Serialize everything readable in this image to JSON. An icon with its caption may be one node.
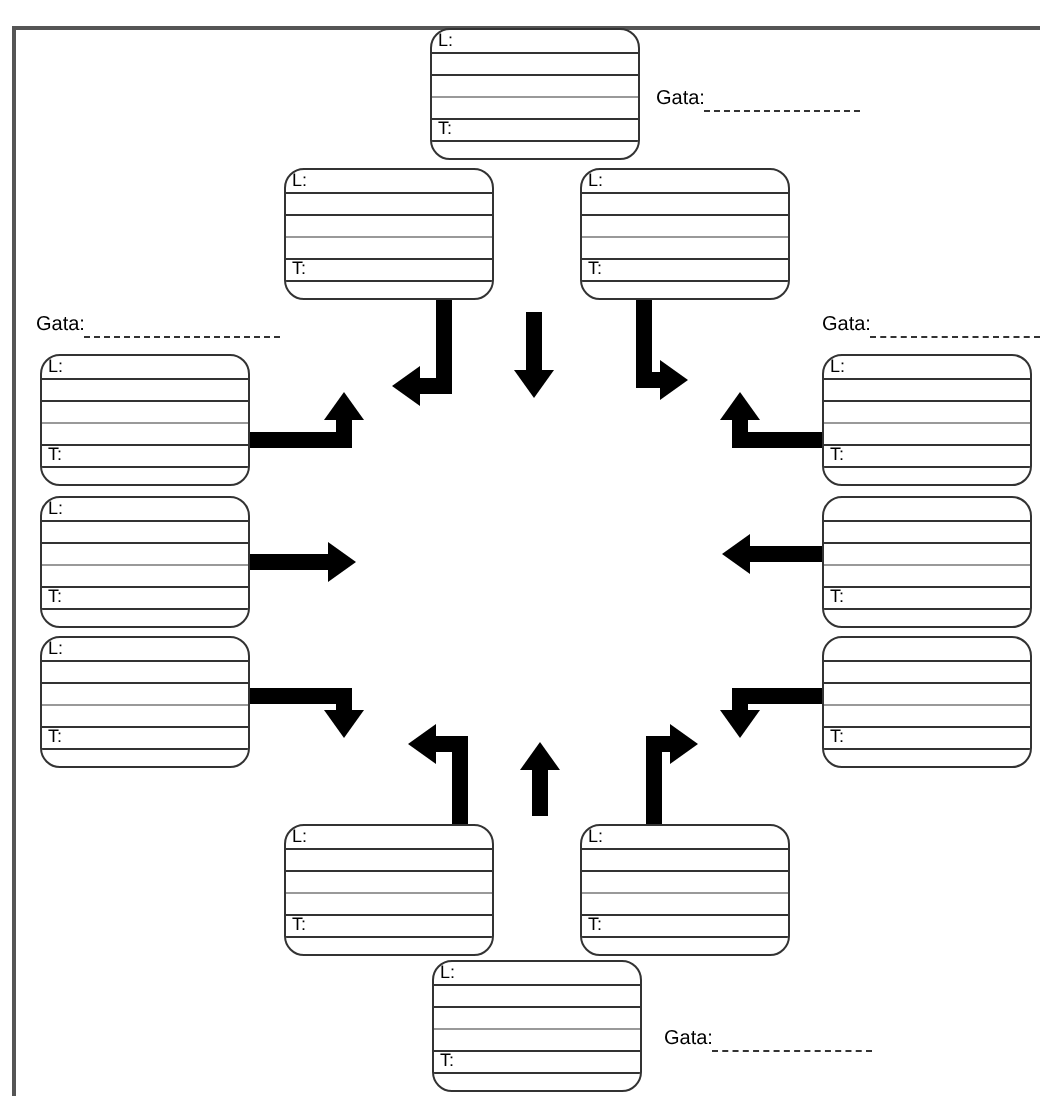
{
  "diagram": {
    "nodes": [
      {
        "text": [
          "L:",
          "T:"
        ]
      },
      {
        "text": [
          "L:",
          "T:"
        ]
      },
      {
        "text": [
          "L:",
          "T:"
        ]
      },
      {
        "text": [
          "L:",
          "T:"
        ]
      },
      {
        "text": [
          "L:",
          "T:"
        ]
      },
      {
        "text": [
          "L:",
          "T:"
        ]
      },
      {
        "text": [
          "T:"
        ]
      },
      {
        "text": [
          "L:",
          "T:"
        ]
      },
      {
        "text": [
          "T:"
        ]
      },
      {
        "text": [
          "L:",
          "T:"
        ]
      },
      {
        "text": [
          "L:",
          "T:"
        ]
      },
      {
        "text": [
          "L:",
          "T:"
        ]
      }
    ],
    "edges": [
      {
        "from": 1,
        "to": null,
        "arrow": "to"
      },
      {
        "from": 2,
        "to": null,
        "arrow": "to"
      },
      {
        "from": 3,
        "to": null,
        "arrow": "to"
      },
      {
        "from": 4,
        "to": null,
        "arrow": "to"
      },
      {
        "from": 5,
        "to": null,
        "arrow": "to"
      },
      {
        "from": 6,
        "to": null,
        "arrow": "to"
      },
      {
        "from": 7,
        "to": null,
        "arrow": "to"
      },
      {
        "from": 8,
        "to": null,
        "arrow": "to"
      },
      {
        "from": 9,
        "to": null,
        "arrow": "to"
      },
      {
        "from": 10,
        "to": null,
        "arrow": "to"
      }
    ],
    "labels": [
      "Gata:",
      "Gata:",
      "Gata:",
      "Gata:"
    ]
  }
}
